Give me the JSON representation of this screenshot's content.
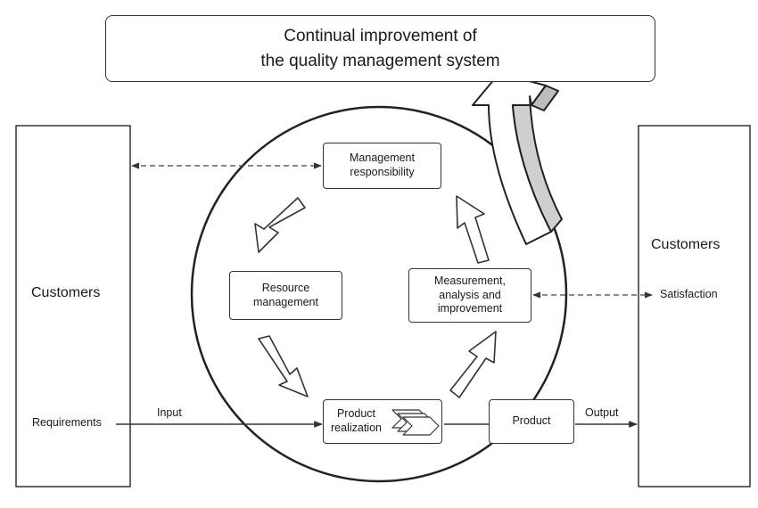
{
  "title": "Continual improvement of\nthe quality management system",
  "customers_left": "Customers",
  "customers_right": "Customers",
  "processes": {
    "management": "Management\nresponsibility",
    "resource": "Resource\nmanagement",
    "measurement": "Measurement,\nanalysis and\nimprovement",
    "realization": "Product\nrealization",
    "product": "Product"
  },
  "labels": {
    "requirements": "Requirements",
    "input": "Input",
    "output": "Output",
    "satisfaction": "Satisfaction"
  }
}
